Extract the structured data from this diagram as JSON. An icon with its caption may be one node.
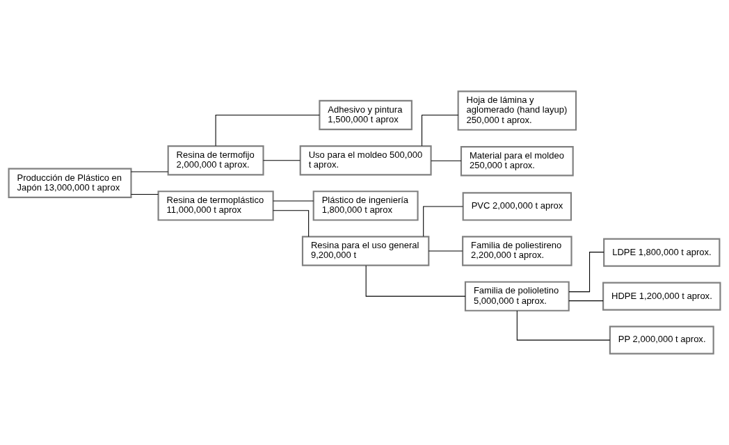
{
  "diagram": {
    "nodes": [
      {
        "text": [
          "Producción de Plástico en Japón 13,000,000 t aprox"
        ]
      },
      {
        "text": [
          "Resina de termofijo 2,000,000 t aprox."
        ]
      },
      {
        "text": [
          "Resina de termoplástico 11,000,000 t aprox"
        ]
      },
      {
        "text": [
          "Adhesivo y pintura 1,500,000 t aprox"
        ]
      },
      {
        "text": [
          "Uso para el moldeo 500,000 t aprox."
        ]
      },
      {
        "text": [
          "Hoja de lámina y aglomerado (hand layup) 250,000 t aprox."
        ]
      },
      {
        "text": [
          "Material para el moldeo 250,000 t aprox."
        ]
      },
      {
        "text": [
          "Plástico de ingeniería 1,800,000 t aprox"
        ]
      },
      {
        "text": [
          "Resina para el uso general 9,200,000 t"
        ]
      },
      {
        "text": [
          "PVC 2,000,000 t aprox"
        ]
      },
      {
        "text": [
          "Familia de poliestireno 2,200,000 t aprox."
        ]
      },
      {
        "text": [
          "Familia de polioletino 5,000,000 t aprox."
        ]
      },
      {
        "text": [
          "LDPE 1,800,000 t aprox."
        ]
      },
      {
        "text": [
          "HDPE 1,200,000 t aprox."
        ]
      },
      {
        "text": [
          "PP 2,000,000 t aprox."
        ]
      }
    ],
    "edges": [
      {
        "from": 0,
        "to": 1,
        "arrow": "none"
      },
      {
        "from": 0,
        "to": 2,
        "arrow": "none"
      },
      {
        "from": 1,
        "to": 3,
        "arrow": "none"
      },
      {
        "from": 1,
        "to": 4,
        "arrow": "none"
      },
      {
        "from": 4,
        "to": 5,
        "arrow": "none"
      },
      {
        "from": 4,
        "to": 6,
        "arrow": "none"
      },
      {
        "from": 2,
        "to": 7,
        "arrow": "none"
      },
      {
        "from": 2,
        "to": 8,
        "arrow": "none"
      },
      {
        "from": 8,
        "to": 9,
        "arrow": "none"
      },
      {
        "from": 8,
        "to": 10,
        "arrow": "none"
      },
      {
        "from": 8,
        "to": 11,
        "arrow": "none"
      },
      {
        "from": 11,
        "to": 12,
        "arrow": "none"
      },
      {
        "from": 11,
        "to": 13,
        "arrow": "none"
      },
      {
        "from": 11,
        "to": 14,
        "arrow": "none"
      }
    ]
  }
}
